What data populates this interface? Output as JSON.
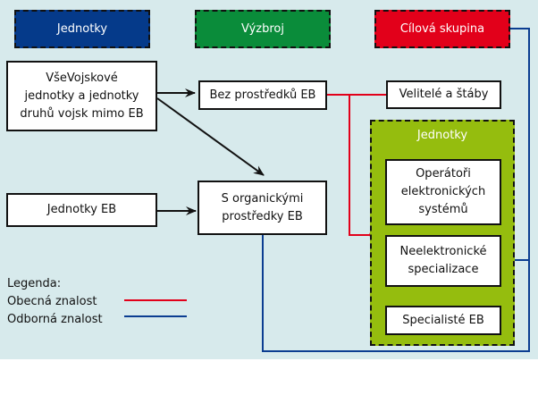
{
  "colors": {
    "background": "#d7eaec",
    "jednotky_header": "#053a8a",
    "vyzbroj_header": "#0a8c3a",
    "cilova_header": "#e2001a",
    "group_fill": "#95bd0e",
    "general_knowledge_line": "#e2001a",
    "expert_knowledge_line": "#0b3d91",
    "arrow": "#111111"
  },
  "headers": {
    "units": "Jednotky",
    "armament": "Výzbroj",
    "target_group": "Cílová skupina"
  },
  "units": {
    "combined_arms": "VšeVojskové\njednotky a jednotky\ndruhů vojsk mimo EB",
    "ew_units": "Jednotky EB"
  },
  "armament": {
    "without_ew": "Bez prostředků EB",
    "with_ew": "S organickými\nprostředky EB"
  },
  "target": {
    "commanders": "Velitelé a štáby",
    "group_title": "Jednotky",
    "operators": "Operátoři\nelektronických\nsystémů",
    "non_electronic": "Neelektronické\nspecializace",
    "ew_specialists": "Specialisté EB"
  },
  "legend": {
    "title": "Legenda:",
    "general": "Obecná znalost",
    "expert": "Odborná znalost"
  }
}
